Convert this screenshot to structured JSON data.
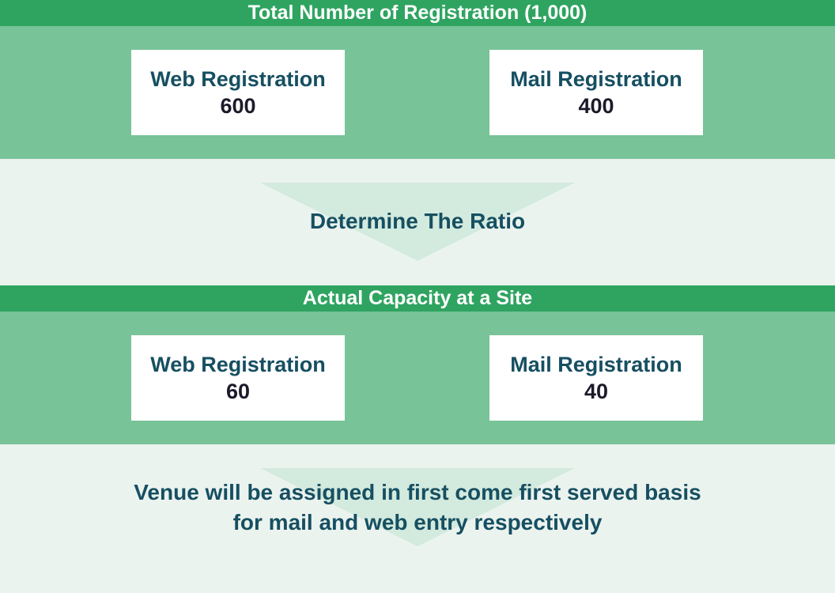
{
  "total": {
    "title": "Total Number of Registration (1,000)",
    "web": {
      "label": "Web Registration",
      "value": "600"
    },
    "mail": {
      "label": "Mail Registration",
      "value": "400"
    }
  },
  "ratio_step": {
    "text": "Determine The Ratio"
  },
  "capacity": {
    "title": "Actual Capacity at a Site",
    "web": {
      "label": "Web Registration",
      "value": "60"
    },
    "mail": {
      "label": "Mail Registration",
      "value": "40"
    }
  },
  "venue_step": {
    "line1": "Venue will be assigned in first come first served basis",
    "line2": "for mail and web entry respectively"
  },
  "colors": {
    "header": "#2ea460",
    "band": "#78c398",
    "arrow": "#d3eade",
    "background": "#ebf3ef",
    "text": "#164f61"
  }
}
